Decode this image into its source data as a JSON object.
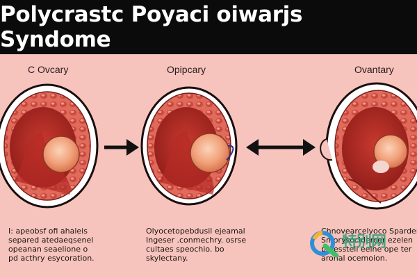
{
  "header": {
    "title": "Polycrastc Poyaci oiwarjs Syndome"
  },
  "panels": [
    {
      "label": "C Ovcary",
      "text_lines": [
        "I: apeobsf ofi ahaleis",
        "separed atedaeqsenel",
        "opeanan seaelione o",
        "pd acthry esycoration."
      ]
    },
    {
      "label": "Opipcary",
      "text_lines": [
        "Olyocetopebdusil ejeamal",
        "Ingeser .conmechry. osrse",
        "cultaes speochio. bo",
        "skylectany."
      ]
    },
    {
      "label": "Ovantary",
      "text_lines": [
        "Chnovearcelyoco Sparden",
        "Smorysocidercer ezelen",
        "poresstell eelhe ope ter",
        "aronal ocemoion."
      ]
    }
  ],
  "watermark": {
    "text": "特别网"
  },
  "colors": {
    "background": "#f6c4bd",
    "title_bar": "#0b0b0b",
    "title_text": "#ffffff",
    "tissue_outer": "#d9574a",
    "tissue_dark": "#9e2320",
    "follicle": "#f1a17a"
  },
  "icons": [
    "arrow-right-icon",
    "double-arrow-icon",
    "watermark-logo-icon"
  ]
}
